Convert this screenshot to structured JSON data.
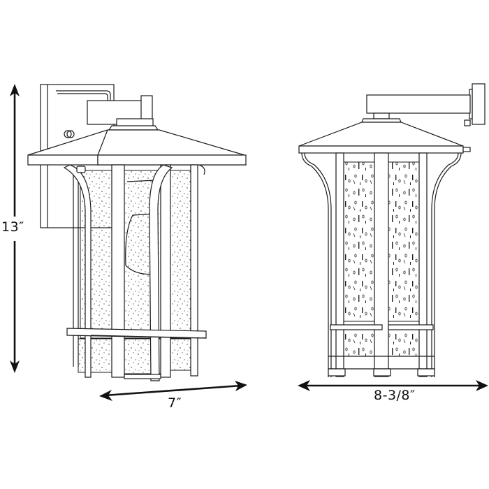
{
  "diagram": {
    "type": "product-dimension-drawing",
    "subject": "outdoor wall lantern",
    "views": [
      {
        "name": "side-perspective-view",
        "position": "left"
      },
      {
        "name": "front-elevation-view",
        "position": "right"
      }
    ]
  },
  "dimensions": {
    "height": {
      "label": "13″",
      "orientation": "vertical"
    },
    "width_side": {
      "label": "7″",
      "orientation": "horizontal"
    },
    "width_front": {
      "label": "8-3/8″",
      "orientation": "horizontal"
    }
  },
  "colors": {
    "line": "#1a1a1a",
    "background": "#ffffff"
  }
}
